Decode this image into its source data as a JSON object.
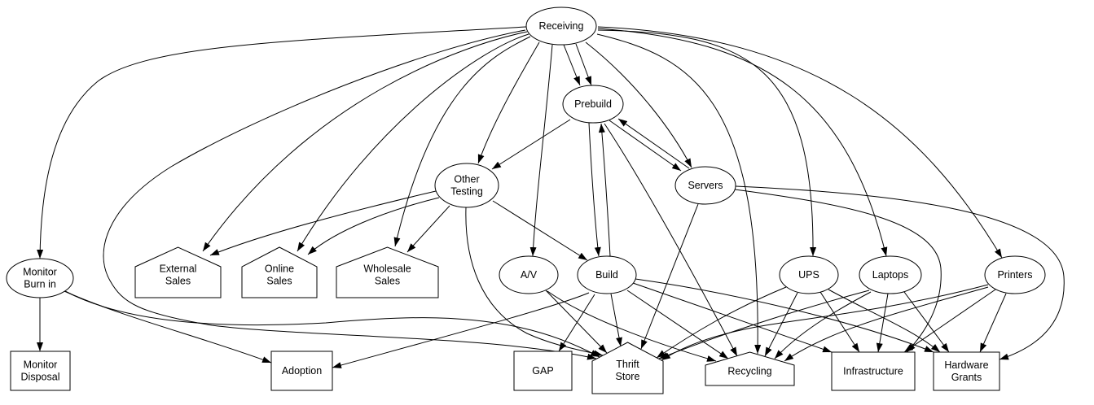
{
  "diagram": {
    "nodes": [
      {
        "id": "receiving",
        "label_lines": [
          "Receiving"
        ]
      },
      {
        "id": "prebuild",
        "label_lines": [
          "Prebuild"
        ]
      },
      {
        "id": "other_testing",
        "label_lines": [
          "Other",
          "Testing"
        ]
      },
      {
        "id": "servers",
        "label_lines": [
          "Servers"
        ]
      },
      {
        "id": "monitor_burn_in",
        "label_lines": [
          "Monitor",
          "Burn in"
        ]
      },
      {
        "id": "external_sales",
        "label_lines": [
          "External",
          "Sales"
        ]
      },
      {
        "id": "online_sales",
        "label_lines": [
          "Online",
          "Sales"
        ]
      },
      {
        "id": "wholesale_sales",
        "label_lines": [
          "Wholesale",
          "Sales"
        ]
      },
      {
        "id": "av",
        "label_lines": [
          "A/V"
        ]
      },
      {
        "id": "build",
        "label_lines": [
          "Build"
        ]
      },
      {
        "id": "ups",
        "label_lines": [
          "UPS"
        ]
      },
      {
        "id": "laptops",
        "label_lines": [
          "Laptops"
        ]
      },
      {
        "id": "printers",
        "label_lines": [
          "Printers"
        ]
      },
      {
        "id": "monitor_disposal",
        "label_lines": [
          "Monitor",
          "Disposal"
        ]
      },
      {
        "id": "adoption",
        "label_lines": [
          "Adoption"
        ]
      },
      {
        "id": "gap",
        "label_lines": [
          "GAP"
        ]
      },
      {
        "id": "thrift_store",
        "label_lines": [
          "Thrift",
          "Store"
        ]
      },
      {
        "id": "recycling",
        "label_lines": [
          "Recycling"
        ]
      },
      {
        "id": "infrastructure",
        "label_lines": [
          "Infrastructure"
        ]
      },
      {
        "id": "hardware_grants",
        "label_lines": [
          "Hardware",
          "Grants"
        ]
      }
    ],
    "edges": [
      {
        "from": "receiving",
        "to": "prebuild"
      },
      {
        "from": "receiving",
        "to": "prebuild"
      },
      {
        "from": "receiving",
        "to": "other_testing"
      },
      {
        "from": "receiving",
        "to": "monitor_burn_in"
      },
      {
        "from": "receiving",
        "to": "thrift_store"
      },
      {
        "from": "receiving",
        "to": "external_sales"
      },
      {
        "from": "receiving",
        "to": "online_sales"
      },
      {
        "from": "receiving",
        "to": "wholesale_sales"
      },
      {
        "from": "receiving",
        "to": "av"
      },
      {
        "from": "receiving",
        "to": "servers"
      },
      {
        "from": "receiving",
        "to": "recycling"
      },
      {
        "from": "receiving",
        "to": "ups"
      },
      {
        "from": "receiving",
        "to": "laptops"
      },
      {
        "from": "receiving",
        "to": "printers"
      },
      {
        "from": "prebuild",
        "to": "other_testing"
      },
      {
        "from": "prebuild",
        "to": "build"
      },
      {
        "from": "build",
        "to": "prebuild"
      },
      {
        "from": "prebuild",
        "to": "servers"
      },
      {
        "from": "servers",
        "to": "prebuild"
      },
      {
        "from": "prebuild",
        "to": "recycling"
      },
      {
        "from": "servers",
        "to": "thrift_store"
      },
      {
        "from": "servers",
        "to": "infrastructure"
      },
      {
        "from": "servers",
        "to": "hardware_grants"
      },
      {
        "from": "other_testing",
        "to": "external_sales"
      },
      {
        "from": "other_testing",
        "to": "online_sales"
      },
      {
        "from": "other_testing",
        "to": "wholesale_sales"
      },
      {
        "from": "other_testing",
        "to": "build"
      },
      {
        "from": "other_testing",
        "to": "thrift_store"
      },
      {
        "from": "monitor_burn_in",
        "to": "monitor_disposal"
      },
      {
        "from": "monitor_burn_in",
        "to": "adoption"
      },
      {
        "from": "monitor_burn_in",
        "to": "thrift_store"
      },
      {
        "from": "av",
        "to": "thrift_store"
      },
      {
        "from": "av",
        "to": "recycling"
      },
      {
        "from": "build",
        "to": "adoption"
      },
      {
        "from": "build",
        "to": "gap"
      },
      {
        "from": "build",
        "to": "thrift_store"
      },
      {
        "from": "build",
        "to": "recycling"
      },
      {
        "from": "build",
        "to": "infrastructure"
      },
      {
        "from": "build",
        "to": "hardware_grants"
      },
      {
        "from": "ups",
        "to": "thrift_store"
      },
      {
        "from": "ups",
        "to": "recycling"
      },
      {
        "from": "ups",
        "to": "infrastructure"
      },
      {
        "from": "ups",
        "to": "hardware_grants"
      },
      {
        "from": "laptops",
        "to": "thrift_store"
      },
      {
        "from": "laptops",
        "to": "recycling"
      },
      {
        "from": "laptops",
        "to": "infrastructure"
      },
      {
        "from": "laptops",
        "to": "hardware_grants"
      },
      {
        "from": "printers",
        "to": "thrift_store"
      },
      {
        "from": "printers",
        "to": "recycling"
      },
      {
        "from": "printers",
        "to": "infrastructure"
      },
      {
        "from": "printers",
        "to": "hardware_grants"
      }
    ]
  }
}
